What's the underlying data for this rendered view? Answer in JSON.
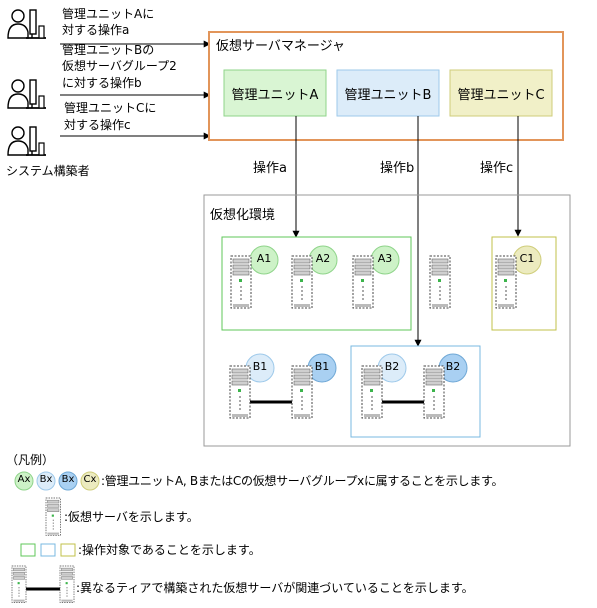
{
  "users": {
    "req_a": [
      "管理ユニットAに",
      "対する操作a"
    ],
    "req_b": [
      "管理ユニットBの",
      "仮想サーバグループ2",
      "に対する操作b"
    ],
    "req_c": [
      "管理ユニットCに",
      "対する操作c"
    ],
    "label": "システム構築者"
  },
  "manager": {
    "title": "仮想サーバマネージャ",
    "units": [
      "管理ユニットA",
      "管理ユニットB",
      "管理ユニットC"
    ]
  },
  "operations": [
    "操作a",
    "操作b",
    "操作c"
  ],
  "env": {
    "title": "仮想化環境",
    "badges": [
      "A1",
      "A2",
      "A3",
      "C1",
      "B1",
      "B1",
      "B2",
      "B2"
    ]
  },
  "legend": {
    "title": "（凡例）",
    "badges": [
      "Ax",
      "Bx",
      "Bx",
      "Cx"
    ],
    "group_text": ":管理ユニットA, BまたはCの仮想サーバグループxに属することを示します。",
    "server_text": ":仮想サーバを示します。",
    "target_text": ":操作対象であることを示します。",
    "link_text": ":異なるティアで構築された仮想サーバが関連づいていることを示します。"
  },
  "colors": {
    "unit_a": "#d9f5d3",
    "unit_b": "#dcecf9",
    "unit_c": "#f1f0c8",
    "manager_border": "#e2955a",
    "env_border": "#9a9a9a",
    "frame_a": "#5fc75a",
    "frame_b": "#78b9e0",
    "frame_c": "#c2c04a"
  }
}
